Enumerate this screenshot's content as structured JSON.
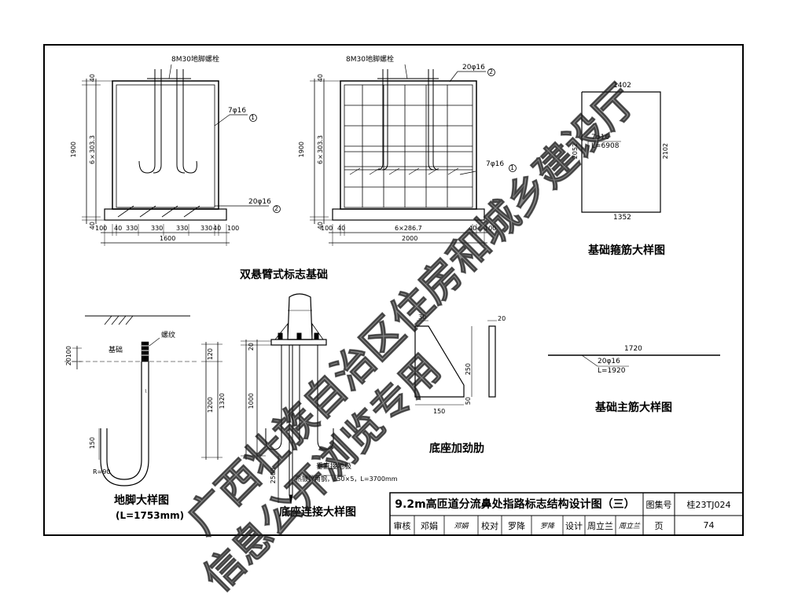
{
  "top_left_drawing": {
    "callout_bolts": "8M30地脚螺栓",
    "callout_rebar1": "7φ16",
    "callout_rebar2": "20φ16",
    "dim_height": "1900",
    "dim_spacing": "6×303.3",
    "dim_top": "40",
    "dim_bottom": "40",
    "dim_bottom_row": [
      "100",
      "40",
      "330",
      "330",
      "330",
      "330",
      "40",
      "100"
    ],
    "dim_total": "1600",
    "marker1": "1",
    "marker2": "2"
  },
  "top_mid_drawing": {
    "callout_bolts": "8M30地脚螺栓",
    "callout_rebar2": "20φ16",
    "callout_rebar1": "7φ16",
    "dim_height": "1900",
    "dim_spacing": "6×303.3",
    "dim_top": "40",
    "dim_bottom": "40",
    "dim_bottom_left": [
      "100",
      "40"
    ],
    "dim_middle": "6×286.7",
    "dim_bottom_right": [
      "40",
      "100"
    ],
    "dim_total": "2000",
    "marker1": "1",
    "marker2": "2"
  },
  "double_cantilever_caption": "双悬臂式标志基础",
  "stirrup_detail": {
    "top": "1402",
    "bottom": "1352",
    "left": "2052",
    "right": "2102",
    "rebar": "7φ16",
    "length": "L=6908",
    "caption": "基础箍筋大样图"
  },
  "anchor_detail": {
    "label_thread": "螺纹",
    "label_foundation": "基础",
    "dim_20": "20",
    "dim_100": "100",
    "dim_120": "120",
    "dim_1200": "1200",
    "dim_1320": "1320",
    "dim_150": "150",
    "dim_radius": "R=90",
    "caption": "地脚大样图",
    "length": "(L=1753mm)"
  },
  "base_connection_detail": {
    "dim_20": "20",
    "dim_1000": "1000",
    "dim_2500": "2500",
    "ground_rod_title": "垂直接地极",
    "ground_rod_spec": "热镀锌角钢，L50×5，L=3700mm",
    "caption": "底座连接大样图"
  },
  "stiffener_detail": {
    "dim_30": "30",
    "dim_250": "250",
    "dim_50": "50",
    "dim_150": "150",
    "dim_20": "20",
    "caption": "底座加劲肋"
  },
  "main_rebar_detail": {
    "length_dim": "1720",
    "rebar": "20φ16",
    "length": "L=1920",
    "caption": "基础主筋大样图"
  },
  "title_block": {
    "title": "9.2m高匝道分流鼻处指路标志结构设计图（三）",
    "atlas_label": "图集号",
    "atlas_no": "桂23TJ024",
    "review_label": "审核",
    "reviewer": "邓娟",
    "reviewer_sign": "邓娟",
    "check_label": "校对",
    "checker": "罗降",
    "checker_sign": "罗降",
    "design_label": "设计",
    "designer": "周立兰",
    "designer_sign": "周立兰",
    "page_label": "页",
    "page_no": "74"
  },
  "watermark": {
    "line1": "广西壮族自治区住房和城乡建设厅",
    "line2": "信息公开浏览专用"
  }
}
